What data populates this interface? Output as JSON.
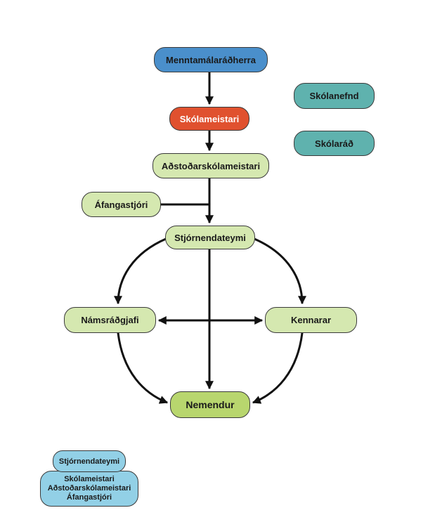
{
  "nodes": {
    "menntamalaradherra": "Menntamálaráðherra",
    "skolameistari": "Skólameistari",
    "adstodarskolameistari": "Aðstoðarskólameistari",
    "afangastjori": "Áfangastjóri",
    "stjornendateymi": "Stjórnendateymi",
    "namsradgjafi": "Námsráðgjafi",
    "kennarar": "Kennarar",
    "nemendur": "Nemendur",
    "skolanefnd": "Skólanefnd",
    "skolarad": "Skólaráð"
  },
  "legend": {
    "title": "Stjórnendateymi",
    "members": [
      "Skólameistari",
      "Aðstoðarskólameistari",
      "Áfangastjóri"
    ]
  },
  "colors": {
    "top": "#4a8fcb",
    "head": "#e0512f",
    "management": "#d5e8b0",
    "students": "#b8d66e",
    "councils": "#5fb2ae",
    "legend": "#92d0e6",
    "edge": "#111111"
  }
}
